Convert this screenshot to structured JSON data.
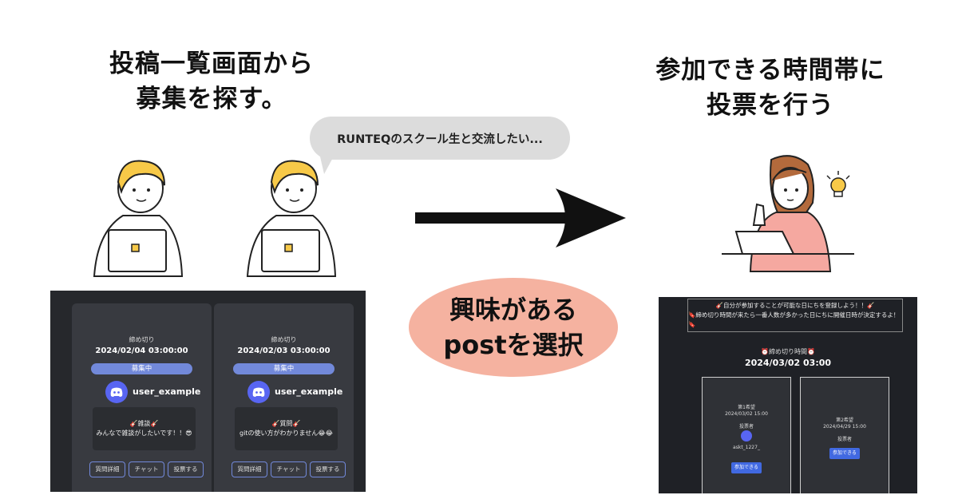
{
  "headings": {
    "left": [
      "投稿一覧画面から",
      "募集を探す。"
    ],
    "right": [
      "参加できる時間帯に",
      "投票を行う"
    ]
  },
  "speech_bubble": "RUNTEQのスクール生と交流したい...",
  "center_oval": [
    "興味がある",
    "postを選択"
  ],
  "icons": [
    "laptop-icon",
    "arrow-right-icon",
    "lightbulb-icon",
    "discord-icon"
  ],
  "colors": {
    "oval": "#f5b2a0",
    "accent": "#7289da",
    "discord": "#5865f2",
    "screen_bg": "#26282c",
    "join_button": "#4169e1"
  },
  "post_list": {
    "cards": [
      {
        "deadline_label": "締め切り",
        "deadline": "2024/02/04 03:00:00",
        "status": "募集中",
        "user": "user_example",
        "category": "🎸雑談🎸",
        "message": "みんなで雑談がしたいです！！😎",
        "buttons": [
          "質問詳細",
          "チャット",
          "投票する"
        ]
      },
      {
        "deadline_label": "締め切り",
        "deadline": "2024/02/03 03:00:00",
        "status": "募集中",
        "user": "user_example",
        "category": "🎸質問🎸",
        "message": "gitの使い方がわかりません😂😂",
        "buttons": [
          "質問詳細",
          "チャット",
          "投票する"
        ]
      }
    ]
  },
  "vote_screen": {
    "notice": [
      "🎸自分が参加することが可能な日にちを登録しよう！！🎸",
      "🔖締め切り時間が来たら一番人数が多かった日にちに開催日時が決定するよ！🔖"
    ],
    "deadline_label": "⏰締め切り時間⏰",
    "deadline": "2024/03/02 03:00",
    "options": [
      {
        "title": "第1希望",
        "datetime": "2024/03/02 15:00",
        "voters_label": "投票者",
        "voter": "askt_1227_",
        "join_label": "参加できる"
      },
      {
        "title": "第2希望",
        "datetime": "2024/04/29 15:00",
        "voters_label": "投票者",
        "voter": "",
        "join_label": "参加できる"
      }
    ]
  }
}
